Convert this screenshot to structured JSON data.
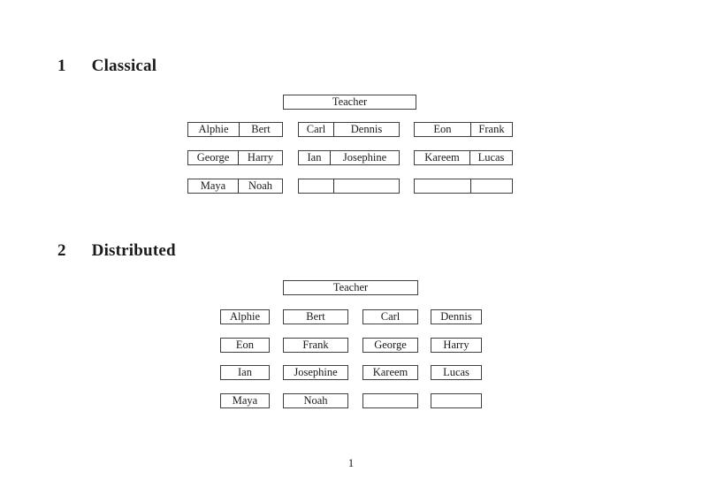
{
  "classical": {
    "heading": {
      "number": "1",
      "title": "Classical"
    },
    "teacher": "Teacher",
    "desks": [
      {
        "left": "Alphie",
        "right": "Bert"
      },
      {
        "left": "Carl",
        "right": "Dennis"
      },
      {
        "left": "Eon",
        "right": "Frank"
      },
      {
        "left": "George",
        "right": "Harry"
      },
      {
        "left": "Ian",
        "right": "Josephine"
      },
      {
        "left": "Kareem",
        "right": "Lucas"
      },
      {
        "left": "Maya",
        "right": "Noah"
      },
      {
        "left": "",
        "right": ""
      },
      {
        "left": "",
        "right": ""
      }
    ]
  },
  "distributed": {
    "heading": {
      "number": "2",
      "title": "Distributed"
    },
    "teacher": "Teacher",
    "seats": [
      "Alphie",
      "Bert",
      "Carl",
      "Dennis",
      "Eon",
      "Frank",
      "George",
      "Harry",
      "Ian",
      "Josephine",
      "Kareem",
      "Lucas",
      "Maya",
      "Noah",
      "",
      ""
    ]
  },
  "footer": {
    "page_number": "1"
  },
  "colors": {
    "text": "#1a1a1a",
    "border": "#3f3f3f",
    "background": "#ffffff"
  }
}
